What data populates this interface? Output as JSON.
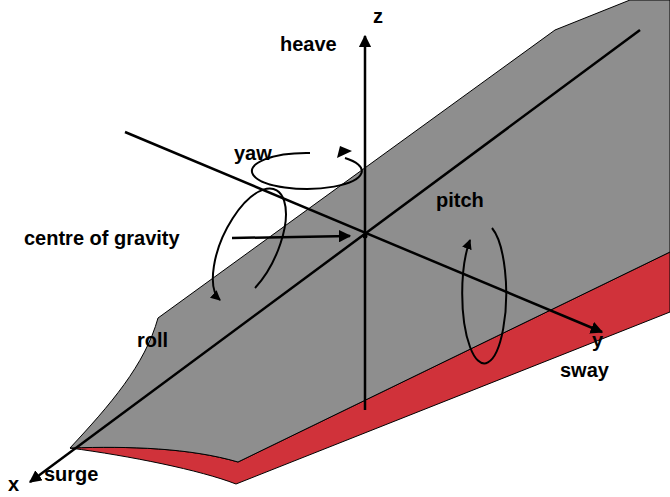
{
  "diagram": {
    "labels": [
      "z",
      "heave",
      "yaw",
      "pitch",
      "centre of gravity",
      "roll",
      "y",
      "sway",
      "x",
      "surge"
    ]
  }
}
